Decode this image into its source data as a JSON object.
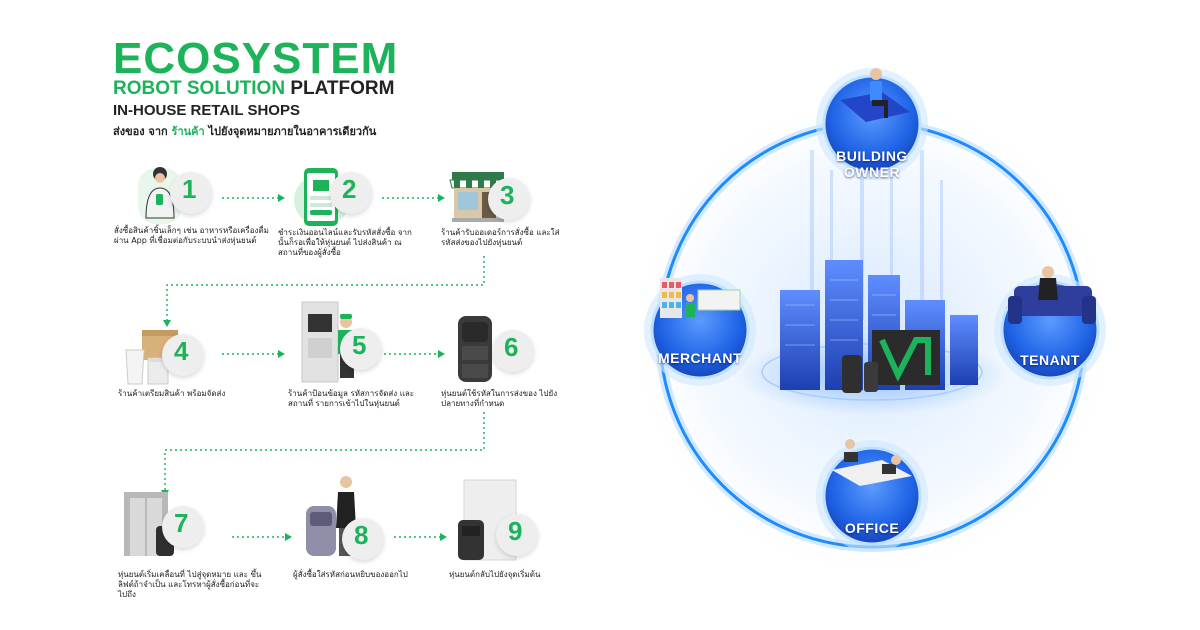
{
  "header": {
    "title": "ECOSYSTEM",
    "subtitle_green": "ROBOT SOLUTION",
    "subtitle_dark": "PLATFORM",
    "section": "IN-HOUSE RETAIL SHOPS",
    "tagline_a": "ส่งของ จาก ",
    "tagline_b": "ร้านค้า",
    "tagline_c": " ไปยังจุดหมายภายใน",
    "tagline_d": "อาคารเดียวกัน"
  },
  "steps": [
    {
      "num": "1",
      "text": "สั่งซื้อสินค้าชิ้นเล็กๆ เช่น อาหารหรือเครื่องดื่มผ่าน App ที่เชื่อมต่อกับระบบนำส่งหุ่นยนต์",
      "icon": "customer-phone-icon"
    },
    {
      "num": "2",
      "text": "ชำระเงินออนไลน์และรับรหัสสั่งซื้อ จากนั้นก็รอเพื่อให้หุ่นยนต์ ไปส่งสินค้า ณ สถานที่ของผู้สั่งซื้อ",
      "icon": "payment-app-icon"
    },
    {
      "num": "3",
      "text": "ร้านค้ารับออเดอร์การสั่งซื้อ และใส่รหัสส่งของไปยังหุ่นยนต์",
      "icon": "shop-front-icon"
    },
    {
      "num": "4",
      "text": "ร้านค้าเตรียมสินค้า พร้อมจัดส่ง",
      "icon": "packages-icon"
    },
    {
      "num": "5",
      "text": "ร้านค้าป้อนข้อมูล รหัสการจัดส่ง และสถานที่ รายการเข้าไปในหุ่นยนต์",
      "icon": "staff-loading-robot-icon"
    },
    {
      "num": "6",
      "text": "หุ่นยนต์ใช้รหัสในการส่งของ ไปยังปลายทางที่กำหนด",
      "icon": "delivery-robot-icon"
    },
    {
      "num": "7",
      "text": "หุ่นยนต์เริ่มเคลื่อนที่ ไปสู่จุดหมาย และ ขึ้นลิฟต์ถ้าจำเป็น และโทรหาผู้สั่งซื้อก่อนที่จะไปถึง",
      "icon": "elevator-robot-icon"
    },
    {
      "num": "8",
      "text": "ผู้สั่งซื้อใส่รหัสก่อนหยิบของออกไป",
      "icon": "customer-receive-icon"
    },
    {
      "num": "9",
      "text": "หุ่นยนต์กลับไปยังจุดเริ่มต้น",
      "icon": "robot-return-icon"
    }
  ],
  "ecosystem": {
    "nodes": [
      {
        "label_1": "BUILDING",
        "label_2": "OWNER",
        "icon": "building-owner-icon"
      },
      {
        "label_1": "MERCHANT",
        "label_2": "",
        "icon": "merchant-icon"
      },
      {
        "label_1": "TENANT",
        "label_2": "",
        "icon": "tenant-icon"
      },
      {
        "label_1": "OFFICE",
        "label_2": "",
        "icon": "office-icon"
      }
    ]
  },
  "colors": {
    "brand_green": "#1db35a",
    "ring_blue": "#1e8bff",
    "node_blue": "#1f63e6",
    "city_blue": "#2a4fd6"
  }
}
